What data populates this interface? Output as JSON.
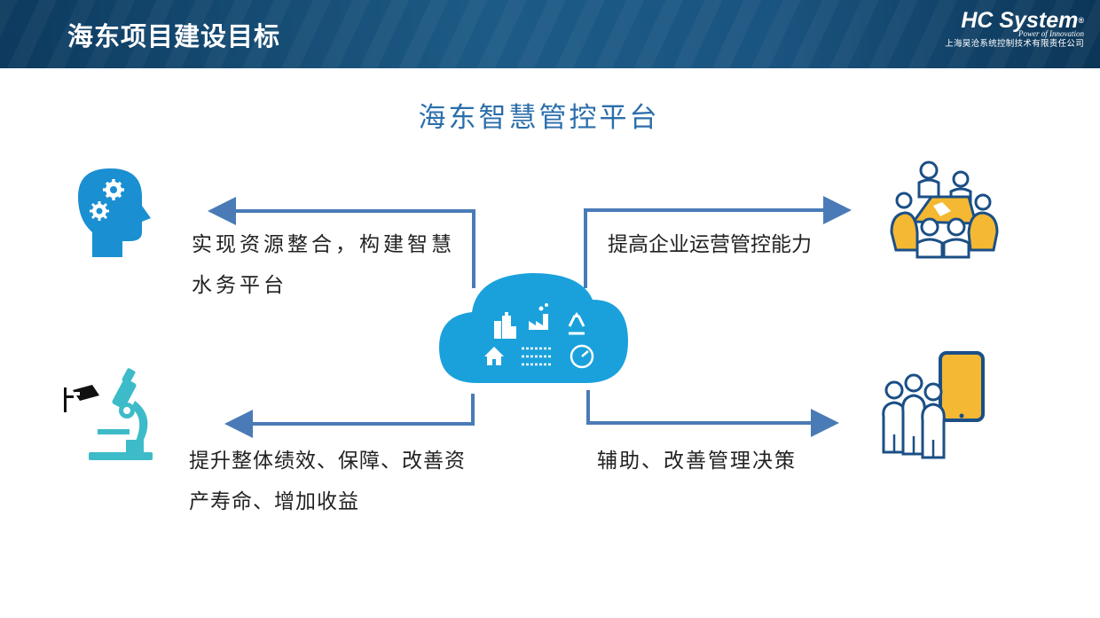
{
  "header": {
    "title": "海东项目建设目标",
    "logo": {
      "name": "HC System",
      "mark": "®",
      "tagline": "Power of Innovation",
      "company": "上海昊沧系统控制技术有限责任公司"
    }
  },
  "diagram": {
    "title": "海东智慧管控平台",
    "center": {
      "icon": "cloud-icon",
      "color": "#1aa1dc"
    },
    "items": [
      {
        "position": "top-left",
        "text": "实现资源整合，构建智慧水务平台",
        "icon": "head-gears-icon",
        "icon_color": "#1a8fd1"
      },
      {
        "position": "top-right",
        "text": "提高企业运营管控能力",
        "icon": "meeting-table-icon",
        "icon_color": "#f5b833"
      },
      {
        "position": "bottom-left",
        "text": "提升整体绩效、保障、改善资产寿命、增加收益",
        "icon": "microscope-camera-icon",
        "icon_color": "#3dbbc8"
      },
      {
        "position": "bottom-right",
        "text": "辅助、改善管理决策",
        "icon": "people-tablet-icon",
        "icon_color": "#1b4f86"
      }
    ],
    "arrow_color": "#4a7bb7"
  }
}
